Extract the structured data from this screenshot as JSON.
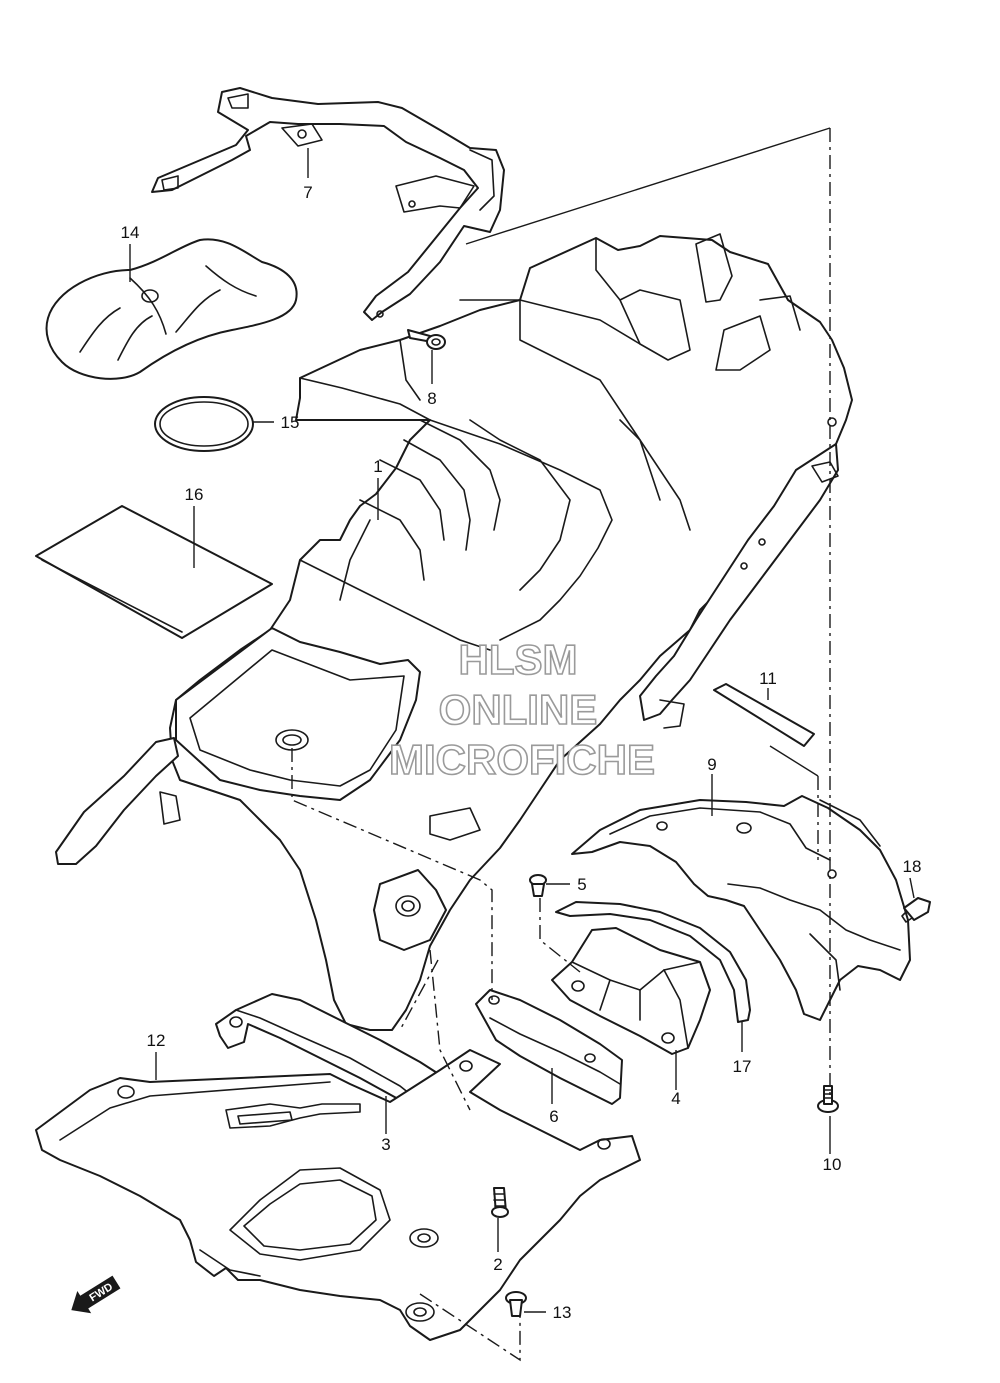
{
  "diagram": {
    "callouts": [
      {
        "id": "1",
        "label": "1"
      },
      {
        "id": "2",
        "label": "2"
      },
      {
        "id": "3",
        "label": "3"
      },
      {
        "id": "4",
        "label": "4"
      },
      {
        "id": "5",
        "label": "5"
      },
      {
        "id": "6",
        "label": "6"
      },
      {
        "id": "7",
        "label": "7"
      },
      {
        "id": "8",
        "label": "8"
      },
      {
        "id": "9",
        "label": "9"
      },
      {
        "id": "10",
        "label": "10"
      },
      {
        "id": "11",
        "label": "11"
      },
      {
        "id": "12",
        "label": "12"
      },
      {
        "id": "13",
        "label": "13"
      },
      {
        "id": "14",
        "label": "14"
      },
      {
        "id": "15",
        "label": "15"
      },
      {
        "id": "16",
        "label": "16"
      },
      {
        "id": "17",
        "label": "17"
      },
      {
        "id": "18",
        "label": "18"
      }
    ],
    "watermark": {
      "line1": "HLSM",
      "line2": "ONLINE",
      "line3": "MICROFICHE",
      "color": "#9a9a9a"
    },
    "direction_arrow": {
      "label": "FWD",
      "icon": "fwd-arrow-icon"
    },
    "line_color": "#1a1a1a"
  }
}
